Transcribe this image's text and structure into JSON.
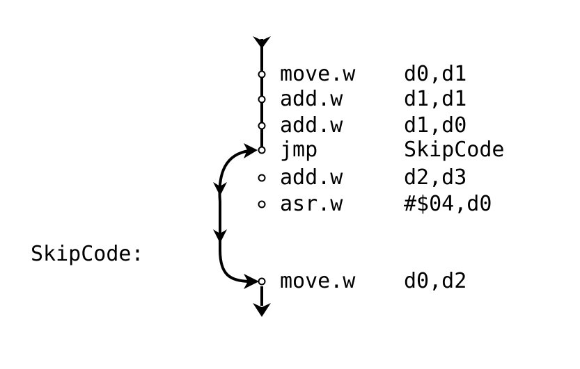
{
  "code": [
    {
      "op": "move.w",
      "args": "d0,d1"
    },
    {
      "op": "add.w",
      "args": "d1,d1"
    },
    {
      "op": "add.w",
      "args": "d1,d0"
    },
    {
      "op": "jmp",
      "args": "SkipCode"
    },
    {
      "op": "add.w",
      "args": "d2,d3"
    },
    {
      "op": "asr.w",
      "args": "#$04,d0"
    }
  ],
  "label": "SkipCode:",
  "target": {
    "op": "move.w",
    "args": "d0,d2"
  }
}
